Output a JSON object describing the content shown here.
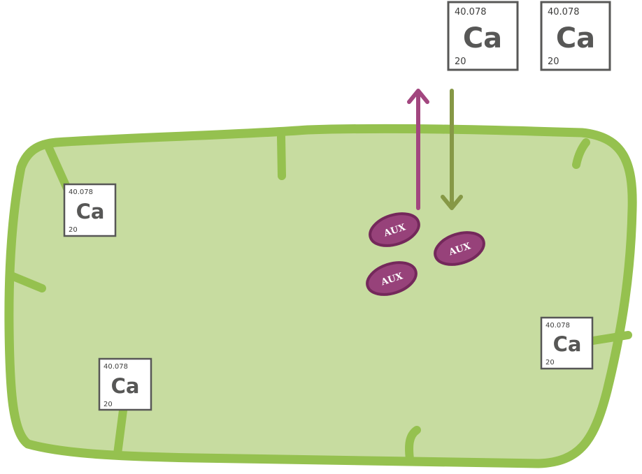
{
  "element_tiles": [
    {
      "mass": "40.078",
      "symbol": "Ca",
      "number": "20"
    },
    {
      "mass": "40.078",
      "symbol": "Ca",
      "number": "20"
    },
    {
      "mass": "40.078",
      "symbol": "Ca",
      "number": "20"
    },
    {
      "mass": "40.078",
      "symbol": "Ca",
      "number": "20"
    },
    {
      "mass": "40.078",
      "symbol": "Ca",
      "number": "20"
    }
  ],
  "auxin": [
    {
      "label": "AUX"
    },
    {
      "label": "AUX"
    },
    {
      "label": "AUX"
    }
  ],
  "colors": {
    "cell_fill": "#c7dca0",
    "cell_wall": "#95c14f",
    "auxin_fill": "#97427a",
    "auxin_stroke": "#74285b",
    "efflux_arrow": "#a2467f",
    "influx_arrow": "#869846",
    "tile_border": "#575756"
  }
}
